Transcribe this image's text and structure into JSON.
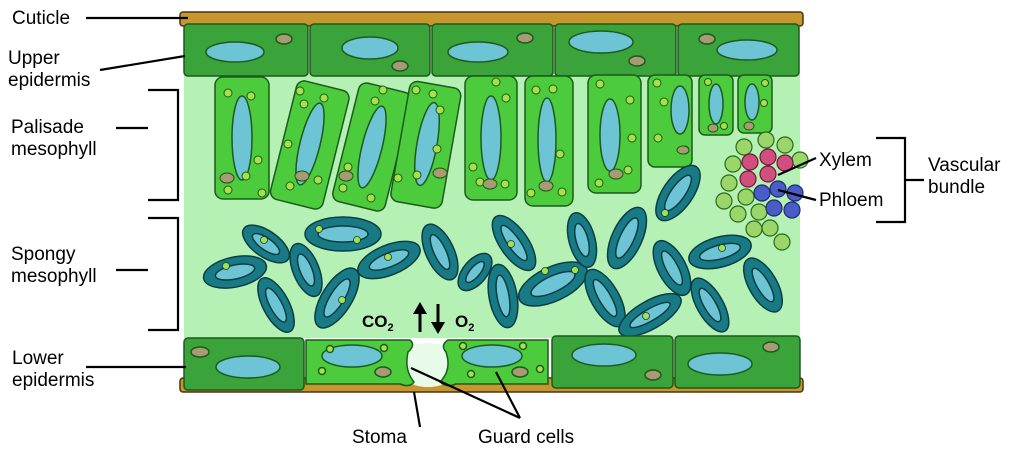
{
  "labels": {
    "cuticle": "Cuticle",
    "upper_epidermis": [
      "Upper",
      "epidermis"
    ],
    "palisade": [
      "Palisade",
      "mesophyll"
    ],
    "spongy": [
      "Spongy",
      "mesophyll"
    ],
    "lower_epidermis": [
      "Lower",
      "epidermis"
    ],
    "stoma": "Stoma",
    "guard_cells": "Guard cells",
    "xylem": "Xylem",
    "phloem": "Phloem",
    "vascular_bundle": [
      "Vascular",
      "bundle"
    ]
  },
  "gases": {
    "co2_base": "CO",
    "co2_sub": "2",
    "o2_base": "O",
    "o2_sub": "2"
  },
  "colors": {
    "cuticle": "#c8962e",
    "epidermis": "#3aa33a",
    "epidermis_dark": "#1d5a1d",
    "mesophyll_bg": "#b5f0b5",
    "palisade_cell": "#4ccb3c",
    "chloroplast": "#a8e04a",
    "vacuole": "#6cc4d4",
    "nucleus": "#a89a72",
    "spongy_cell": "#177a85",
    "xylem": "#d04f7e",
    "phloem": "#4a5cc8",
    "xylem_outer": "#9ad66a"
  }
}
